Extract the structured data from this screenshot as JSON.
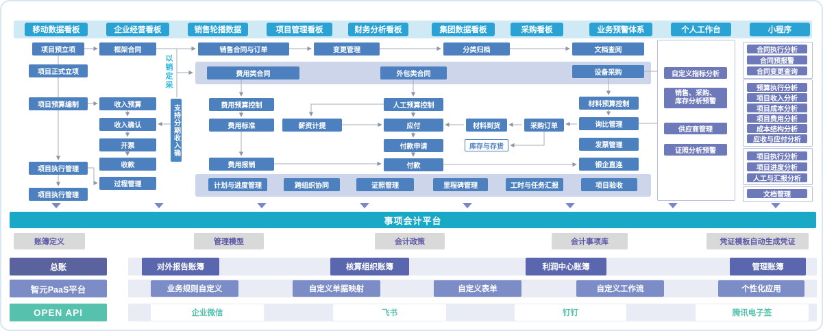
{
  "header": {
    "items": [
      "移动数据看板",
      "企业经营看板",
      "销售轮播数据",
      "项目管理看板",
      "财务分析看板",
      "集团数据看板",
      "采购看板",
      "业务预警体系",
      "个人工作台",
      "小程序"
    ]
  },
  "nodes": {
    "pre_project": "项目预立项",
    "formal_project": "项目正式立项",
    "budget_prep": "项目预算编制",
    "exec_mgmt_1": "项目执行管理",
    "exec_mgmt_2": "项目执行管理",
    "frame_contract": "框架合同",
    "income_budget": "收入预算",
    "income_confirm": "收入确认",
    "invoicing": "开票",
    "collection": "收款",
    "process_mgmt": "过程管理",
    "sales_order": "销售合同与订单",
    "change_mgmt": "变更管理",
    "classify_archive": "分类归档",
    "doc_review": "文档查阅",
    "fee_contract": "费用类合同",
    "outsourcing_contract": "外包类合同",
    "equipment_purchase": "设备采购",
    "fee_budget_control": "费用预算控制",
    "fee_standard": "费用标准",
    "fee_reimburse": "费用报销",
    "salary_accrual": "薪资计提",
    "labor_budget_control": "人工预算控制",
    "payable": "应付",
    "payment_request": "付款申请",
    "payment": "付款",
    "material_arrival": "材料到货",
    "inventory_stock": "库存与存货",
    "purchase_order": "采购订单",
    "material_budget_control": "材料预算控制",
    "inquiry_compare": "询比管理",
    "invoice_mgmt": "发票管理",
    "bank_direct": "银企直连",
    "plan_progress": "计划与进度管理",
    "cross_org": "跨组织协同",
    "license_mgmt": "证照管理",
    "milestone_mgmt": "里程碑管理",
    "time_task_report": "工时与任务汇报",
    "project_acceptance": "项目验收",
    "sales_driven_note": "以销定采",
    "installment_note": "支持分期收入确"
  },
  "workspace": {
    "item1": "自定义指标分析",
    "alert_line1": "销售、采购、",
    "alert_line2": "库存分析预警",
    "item3": "供应商管理",
    "item4": "证照分析预警"
  },
  "miniapp": {
    "group1": [
      "合同执行分析",
      "合同预报警",
      "合同变更查询"
    ],
    "group2": [
      "预算执行分析",
      "项目收入分析",
      "项目成本分析",
      "项目费用分析",
      "成本结构分析",
      "应收与应付分析"
    ],
    "group3": [
      "项目执行分析",
      "项目进度分析",
      "人工与汇报分析"
    ],
    "group4": [
      "文档管理"
    ]
  },
  "platform": {
    "title": "事项会计平台"
  },
  "config_row": {
    "items": [
      "账簿定义",
      "管理模型",
      "会计政策",
      "会计事项库",
      "凭证模板自动生成凭证"
    ]
  },
  "ledger_row": {
    "label": "总账",
    "items": [
      "对外报告账簿",
      "核算组织账簿",
      "利润中心账簿",
      "管理账簿"
    ]
  },
  "paas_row": {
    "label": "智元PaaS平台",
    "items": [
      "业务规则自定义",
      "自定义单据映射",
      "自定义表单",
      "自定义工作流",
      "个性化应用"
    ]
  },
  "api_row": {
    "label": "OPEN API",
    "items": [
      "企业微信",
      "飞书",
      "钉钉",
      "腾讯电子签"
    ]
  },
  "colors": {
    "header_box": "#2aa3d4",
    "header_band": "#cfe9f5",
    "flow_box_blue": "#4d80bf",
    "light_band": "#cdd5ea",
    "purple_box": "#6e79ba",
    "teal_bar": "#19a9c7",
    "gray_box": "#d9d9d9",
    "gray_box_text": "#5d56a6",
    "ledger_box": "#5a66ad",
    "paas_box": "#7b8cc7",
    "open_api": "#56c2ae",
    "cyan_note": "#2cb6da",
    "wire": "#a6abb5"
  }
}
